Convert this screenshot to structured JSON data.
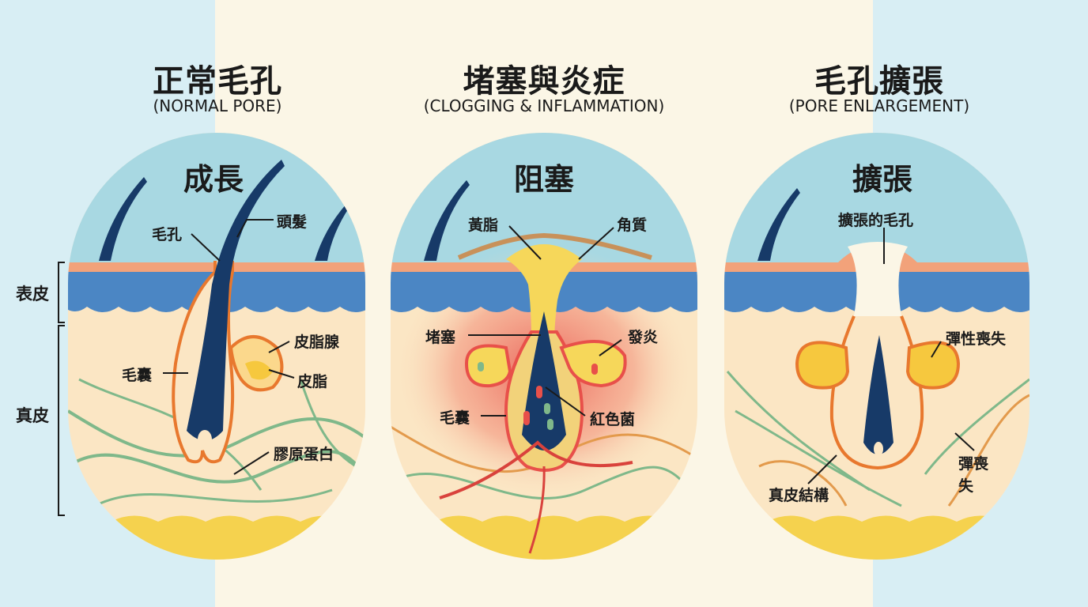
{
  "side_labels": {
    "epidermis": "表皮",
    "dermis": "真皮"
  },
  "panels": [
    {
      "title": "正常毛孔",
      "subtitle": "(NORMAL PORE)",
      "oval_title": "成長",
      "labels": {
        "pore": "毛孔",
        "hair": "頭髮",
        "sebaceous_gland": "皮脂腺",
        "follicle": "毛囊",
        "sebum": "皮脂",
        "collagen": "膠原蛋白"
      }
    },
    {
      "title": "堵塞與炎症",
      "subtitle": "(CLOGGING & INFLAMMATION)",
      "oval_title": "阻塞",
      "labels": {
        "yellow_sebum": "黃脂",
        "keratin": "角質",
        "clog": "堵塞",
        "inflammation": "發炎",
        "follicle": "毛囊",
        "bacteria": "紅色菌"
      }
    },
    {
      "title": "毛孔擴張",
      "subtitle": "(PORE ENLARGEMENT)",
      "oval_title": "擴張",
      "labels": {
        "enlarged_pore": "擴張的毛孔",
        "elasticity_loss": "彈性喪失",
        "elasticity_loss_2a": "彈喪",
        "elasticity_loss_2b": "失",
        "dermal_structure": "真皮結構"
      }
    }
  ],
  "colors": {
    "sky": "#a8d8e2",
    "epidermis_top": "#f2a27a",
    "epidermis_blue": "#4b86c4",
    "dermis": "#fbe6c4",
    "hair": "#173a68",
    "follicle_outline": "#e8782e",
    "sebum": "#f6c83e",
    "fat": "#f5d24e",
    "collagen_green": "#7fb88a",
    "collagen_orange": "#e39a4c",
    "inflammation_red": "#e8504a"
  }
}
